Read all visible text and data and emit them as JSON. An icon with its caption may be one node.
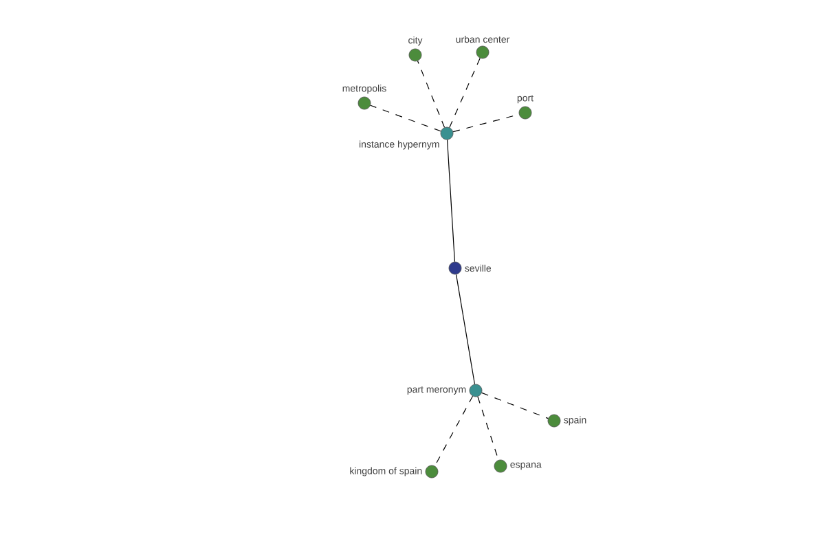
{
  "diagram": {
    "nodes": [
      {
        "text": [
          "city"
        ]
      },
      {
        "text": [
          "urban center"
        ]
      },
      {
        "text": [
          "metropolis"
        ]
      },
      {
        "text": [
          "port"
        ]
      },
      {
        "text": [
          "instance hypernym"
        ]
      },
      {
        "text": [
          "seville"
        ]
      },
      {
        "text": [
          "part meronym"
        ]
      },
      {
        "text": [
          "spain"
        ]
      },
      {
        "text": [
          "kingdom of spain"
        ]
      },
      {
        "text": [
          "espana"
        ]
      }
    ],
    "edges": [
      {
        "from": 4,
        "to": 0,
        "arrow": "none",
        "style": "dashed"
      },
      {
        "from": 4,
        "to": 1,
        "arrow": "none",
        "style": "dashed"
      },
      {
        "from": 4,
        "to": 2,
        "arrow": "none",
        "style": "dashed"
      },
      {
        "from": 4,
        "to": 3,
        "arrow": "none",
        "style": "dashed"
      },
      {
        "from": 4,
        "to": 5,
        "arrow": "none"
      },
      {
        "from": 5,
        "to": 6,
        "arrow": "none"
      },
      {
        "from": 6,
        "to": 7,
        "arrow": "none",
        "style": "dashed"
      },
      {
        "from": 6,
        "to": 8,
        "arrow": "none",
        "style": "dashed"
      },
      {
        "from": 6,
        "to": 9,
        "arrow": "none",
        "style": "dashed"
      }
    ]
  }
}
